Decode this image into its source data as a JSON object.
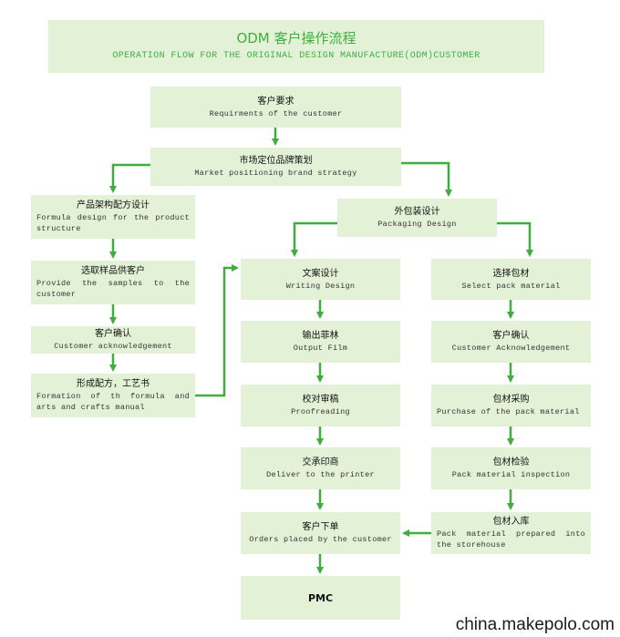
{
  "title": {
    "cn": "ODM 客户操作流程",
    "en": "OPERATION FLOW FOR THE ORIGINAL DESIGN MANUFACTURE(ODM)CUSTOMER"
  },
  "nodes": {
    "requirements": {
      "cn": "客户要求",
      "en": "Requirments of the customer"
    },
    "market": {
      "cn": "市场定位品牌策划",
      "en": "Market positioning brand strategy"
    },
    "formula": {
      "cn": "产品架构配方设计",
      "en": "Formula design for the product structure"
    },
    "samples": {
      "cn": "选取样品供客户",
      "en": "Provide the samples to the customer"
    },
    "confirm_left": {
      "cn": "客户确认",
      "en": "Customer acknowledgement"
    },
    "formation": {
      "cn": "形成配方，工艺书",
      "en": "Formation of th formula and arts and crafts manual"
    },
    "packaging": {
      "cn": "外包装设计",
      "en": "Packaging Design"
    },
    "writing": {
      "cn": "文案设计",
      "en": "Writing Design"
    },
    "film": {
      "cn": "输出菲林",
      "en": "Output Film"
    },
    "proof": {
      "cn": "校对审稿",
      "en": "Proofreading"
    },
    "printer": {
      "cn": "交承印商",
      "en": "Deliver to the printer"
    },
    "orders": {
      "cn": "客户下单",
      "en": "Orders placed by the customer"
    },
    "pmc": {
      "cn": "PMC"
    },
    "select_pack": {
      "cn": "选择包材",
      "en": "Select pack material"
    },
    "confirm_right": {
      "cn": "客户确认",
      "en": "Customer Acknowledgement"
    },
    "purchase": {
      "cn": "包材采购",
      "en": "Purchase of the pack material"
    },
    "inspection": {
      "cn": "包材检验",
      "en": "Pack material inspection"
    },
    "storehouse": {
      "cn": "包材入库",
      "en": "Pack material prepared into the storehouse"
    }
  },
  "watermark": "china.makepolo.com",
  "colors": {
    "box": "#e3f2d7",
    "arrow": "#3fae3f",
    "title": "#3fae3f"
  }
}
